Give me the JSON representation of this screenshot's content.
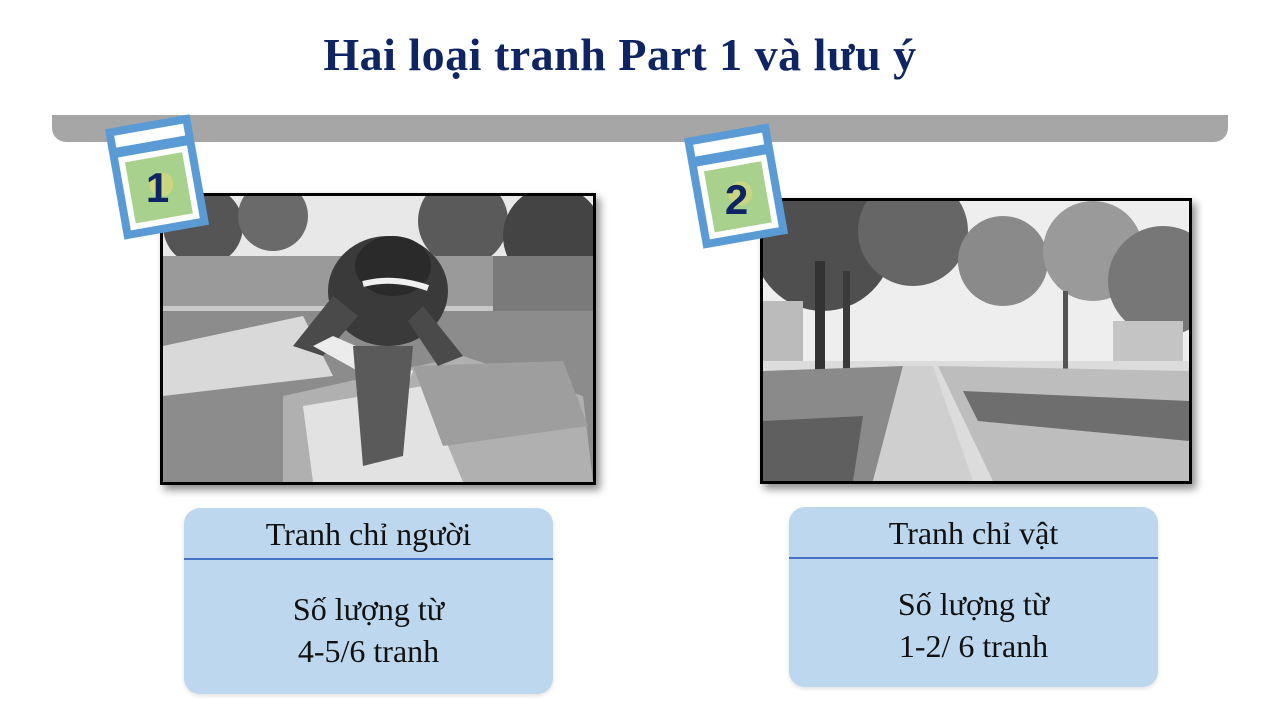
{
  "slide": {
    "title": "Hai loại tranh Part 1 và lưu ý"
  },
  "items": [
    {
      "number": "1",
      "photo_subject": "person-working-outdoors-photo",
      "header": "Tranh chỉ người",
      "body_line1": "Số lượng từ",
      "body_line2": "4-5/6 tranh"
    },
    {
      "number": "2",
      "photo_subject": "tree-lined-street-photo",
      "header": "Tranh chỉ vật",
      "body_line1": "Số lượng từ",
      "body_line2": "1-2/ 6 tranh"
    }
  ],
  "colors": {
    "title": "#0f2463",
    "timeline": "#a6a6a6",
    "card_bg": "#bdd7ee",
    "card_divider": "#4472c4",
    "badge_blue": "#5b9bd5",
    "badge_green": "#a9d18e"
  }
}
